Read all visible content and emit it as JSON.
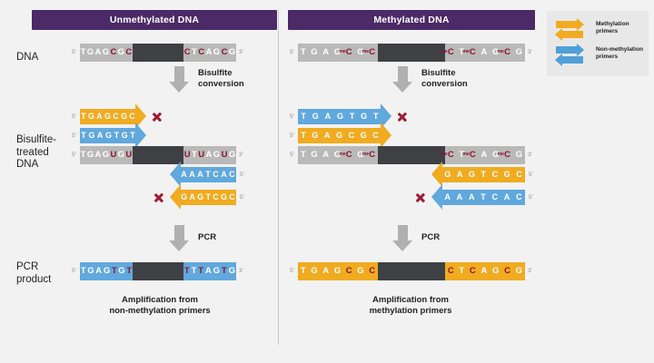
{
  "legend": {
    "items": [
      {
        "icon": "methylation-primer-arrows-icon",
        "color": "#f0ab20",
        "label": "Methylation\nprimers",
        "line1": "Methylation",
        "line2": "primers"
      },
      {
        "icon": "non-methylation-primer-arrows-icon",
        "color": "#4f9fd8",
        "label": "Non-methylation\nprimers",
        "line1": "Non-methylation",
        "line2": "primers"
      }
    ]
  },
  "row_labels": {
    "dna": "DNA",
    "bisulfite_line1": "Bisulfite-",
    "bisulfite_line2": "treated",
    "bisulfite_line3": "DNA",
    "pcr_line1": "PCR",
    "pcr_line2": "product"
  },
  "prime_marks": {
    "five": "5'",
    "three": "3'"
  },
  "process_arrows": {
    "bisulfite_line1": "Bisulfite",
    "bisulfite_line2": "conversion",
    "pcr": "PCR"
  },
  "panels": [
    {
      "id": "unmethylated",
      "title": "Unmethylated DNA",
      "dna": {
        "left": [
          {
            "base": "T",
            "hl": false,
            "me": false
          },
          {
            "base": "G",
            "hl": false,
            "me": false
          },
          {
            "base": "A",
            "hl": false,
            "me": false
          },
          {
            "base": "G",
            "hl": false,
            "me": false
          },
          {
            "base": "C",
            "hl": true,
            "me": false
          },
          {
            "base": "G",
            "hl": false,
            "me": false
          },
          {
            "base": "C",
            "hl": true,
            "me": false
          }
        ],
        "right": [
          {
            "base": "C",
            "hl": true,
            "me": false
          },
          {
            "base": "T",
            "hl": false,
            "me": false
          },
          {
            "base": "C",
            "hl": true,
            "me": false
          },
          {
            "base": "A",
            "hl": false,
            "me": false
          },
          {
            "base": "G",
            "hl": false,
            "me": false
          },
          {
            "base": "C",
            "hl": true,
            "me": false
          },
          {
            "base": "G",
            "hl": false,
            "me": false
          }
        ]
      },
      "treated": {
        "left": [
          {
            "base": "T",
            "hl": false,
            "me": false
          },
          {
            "base": "G",
            "hl": false,
            "me": false
          },
          {
            "base": "A",
            "hl": false,
            "me": false
          },
          {
            "base": "G",
            "hl": false,
            "me": false
          },
          {
            "base": "U",
            "hl": true,
            "me": false
          },
          {
            "base": "G",
            "hl": false,
            "me": false
          },
          {
            "base": "U",
            "hl": true,
            "me": false
          }
        ],
        "right": [
          {
            "base": "U",
            "hl": true,
            "me": false
          },
          {
            "base": "T",
            "hl": false,
            "me": false
          },
          {
            "base": "U",
            "hl": true,
            "me": false
          },
          {
            "base": "A",
            "hl": false,
            "me": false
          },
          {
            "base": "G",
            "hl": false,
            "me": false
          },
          {
            "base": "U",
            "hl": true,
            "me": false
          },
          {
            "base": "G",
            "hl": false,
            "me": false
          }
        ]
      },
      "primers": [
        {
          "name": "forward-methylation-primer",
          "type": "gold",
          "dir": "fwd",
          "seq": "TGAGCGC",
          "blocked": true
        },
        {
          "name": "forward-non-methylation-primer",
          "type": "blue",
          "dir": "fwd",
          "seq": "TGAGTGT",
          "blocked": false
        },
        {
          "name": "reverse-non-methylation-primer",
          "type": "blue",
          "dir": "rev",
          "seq": "AAATCAC",
          "blocked": false
        },
        {
          "name": "reverse-methylation-primer",
          "type": "gold",
          "dir": "rev",
          "seq": "GAGTCGC",
          "blocked": true
        }
      ],
      "pcr_product": {
        "color": "blue",
        "left": [
          {
            "base": "T",
            "hl": false
          },
          {
            "base": "G",
            "hl": false
          },
          {
            "base": "A",
            "hl": false
          },
          {
            "base": "G",
            "hl": false
          },
          {
            "base": "T",
            "hl": true
          },
          {
            "base": "G",
            "hl": false
          },
          {
            "base": "T",
            "hl": true
          }
        ],
        "right": [
          {
            "base": "T",
            "hl": true
          },
          {
            "base": "T",
            "hl": false
          },
          {
            "base": "T",
            "hl": true
          },
          {
            "base": "A",
            "hl": false
          },
          {
            "base": "G",
            "hl": false
          },
          {
            "base": "T",
            "hl": true
          },
          {
            "base": "G",
            "hl": false
          }
        ]
      },
      "caption_line1": "Amplification from",
      "caption_line2": "non-methylation primers"
    },
    {
      "id": "methylated",
      "title": "Methylated DNA",
      "dna": {
        "left": [
          {
            "base": "T",
            "hl": false,
            "me": false
          },
          {
            "base": "G",
            "hl": false,
            "me": false
          },
          {
            "base": "A",
            "hl": false,
            "me": false
          },
          {
            "base": "G",
            "hl": false,
            "me": false
          },
          {
            "base": "C",
            "hl": true,
            "me": true
          },
          {
            "base": "G",
            "hl": false,
            "me": false
          },
          {
            "base": "C",
            "hl": true,
            "me": true
          }
        ],
        "right": [
          {
            "base": "C",
            "hl": true,
            "me": true
          },
          {
            "base": "T",
            "hl": false,
            "me": false
          },
          {
            "base": "C",
            "hl": true,
            "me": true
          },
          {
            "base": "A",
            "hl": false,
            "me": false
          },
          {
            "base": "G",
            "hl": false,
            "me": false
          },
          {
            "base": "C",
            "hl": true,
            "me": true
          },
          {
            "base": "G",
            "hl": false,
            "me": false
          }
        ]
      },
      "treated": {
        "left": [
          {
            "base": "T",
            "hl": false,
            "me": false
          },
          {
            "base": "G",
            "hl": false,
            "me": false
          },
          {
            "base": "A",
            "hl": false,
            "me": false
          },
          {
            "base": "G",
            "hl": false,
            "me": false
          },
          {
            "base": "C",
            "hl": true,
            "me": true
          },
          {
            "base": "G",
            "hl": false,
            "me": false
          },
          {
            "base": "C",
            "hl": true,
            "me": true
          }
        ],
        "right": [
          {
            "base": "C",
            "hl": true,
            "me": true
          },
          {
            "base": "T",
            "hl": false,
            "me": false
          },
          {
            "base": "C",
            "hl": true,
            "me": true
          },
          {
            "base": "A",
            "hl": false,
            "me": false
          },
          {
            "base": "G",
            "hl": false,
            "me": false
          },
          {
            "base": "C",
            "hl": true,
            "me": true
          },
          {
            "base": "G",
            "hl": false,
            "me": false
          }
        ]
      },
      "primers": [
        {
          "name": "forward-non-methylation-primer",
          "type": "blue",
          "dir": "fwd",
          "seq": "TGAGTGT",
          "blocked": true
        },
        {
          "name": "forward-methylation-primer",
          "type": "gold",
          "dir": "fwd",
          "seq": "TGAGCGC",
          "blocked": false
        },
        {
          "name": "reverse-methylation-primer",
          "type": "gold",
          "dir": "rev",
          "seq": "GAGTCGC",
          "blocked": false
        },
        {
          "name": "reverse-non-methylation-primer",
          "type": "blue",
          "dir": "rev",
          "seq": "AAATCAC",
          "blocked": true
        }
      ],
      "pcr_product": {
        "color": "gold",
        "left": [
          {
            "base": "T",
            "hl": false
          },
          {
            "base": "G",
            "hl": false
          },
          {
            "base": "A",
            "hl": false
          },
          {
            "base": "G",
            "hl": false
          },
          {
            "base": "C",
            "hl": true
          },
          {
            "base": "G",
            "hl": false
          },
          {
            "base": "C",
            "hl": true
          }
        ],
        "right": [
          {
            "base": "C",
            "hl": true
          },
          {
            "base": "T",
            "hl": false
          },
          {
            "base": "C",
            "hl": true
          },
          {
            "base": "A",
            "hl": false
          },
          {
            "base": "G",
            "hl": false
          },
          {
            "base": "C",
            "hl": true
          },
          {
            "base": "G",
            "hl": false
          }
        ]
      },
      "caption_line1": "Amplification from",
      "caption_line2": "methylation primers"
    }
  ]
}
